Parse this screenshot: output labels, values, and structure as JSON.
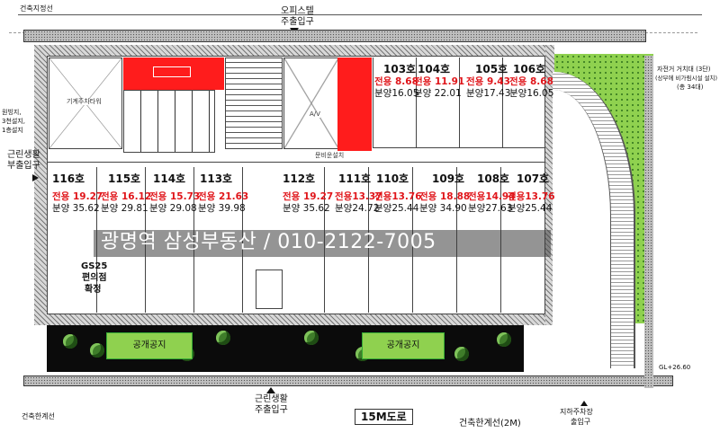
{
  "labels": {
    "top_line": "건축지정선",
    "top_entrance_1": "오피스텔",
    "top_entrance_2": "주출입구",
    "left_note_1": "원빙지,",
    "left_note_2": "3천설지,",
    "left_note_3": "1층설지",
    "neighbor_1": "근린생활",
    "neighbor_2": "부출입구",
    "bottom_left_line": "건축한계선",
    "bottom_entrance_1": "근린생활",
    "bottom_entrance_2": "주출입구",
    "road": "15M도로",
    "bottom_right_line": "건축한계선(2M)",
    "parking_1": "지하주차장",
    "parking_2": "출입구",
    "bike_1": "자전거 거치대 (3단)",
    "bike_2": "(상부에 비가림시설 설치)",
    "bike_3": "(총 34대)",
    "mech_parking": "기계주차타워",
    "store_1": "GS25",
    "store_2": "편의점",
    "store_3": "확정",
    "watermark": "광명역 삼성부동산 / 010-2122-7005",
    "park_label_1": "공개공지",
    "park_label_2": "공개공지",
    "level": "GL+26.60",
    "av": "A/V",
    "bottom_note": "문비운설치"
  },
  "units_top": [
    {
      "num": "103호",
      "ex": "전용 8.68",
      "sa": "분양16.05"
    },
    {
      "num": "104호",
      "ex": "전용 11.91",
      "sa": "분양 22.01"
    },
    {
      "num": "105호",
      "ex": "전용 9.43",
      "sa": "분양17.43"
    },
    {
      "num": "106호",
      "ex": "전용 8.68",
      "sa": "분양16.05"
    }
  ],
  "units_left": [
    {
      "num": "116호",
      "ex": "전용 19.27",
      "sa": "분양 35.62"
    },
    {
      "num": "115호",
      "ex": "전용 16.12",
      "sa": "분양 29.81"
    },
    {
      "num": "114호",
      "ex": "전용 15.73",
      "sa": "분양 29.08"
    },
    {
      "num": "113호",
      "ex": "전용 21.63",
      "sa": "분양 39.98"
    }
  ],
  "units_right": [
    {
      "num": "112호",
      "ex": "전용 19.27",
      "sa": "분양 35.62"
    },
    {
      "num": "111호",
      "ex": "전용13.37",
      "sa": "분양24.72"
    },
    {
      "num": "110호",
      "ex": "전용13.76",
      "sa": "분양25.44"
    },
    {
      "num": "109호",
      "ex": "전용 18.88",
      "sa": "분양 34.90"
    },
    {
      "num": "108호",
      "ex": "전용14.94",
      "sa": "분양27.63"
    },
    {
      "num": "107호",
      "ex": "전용13.76",
      "sa": "분양25.44"
    }
  ],
  "colors": {
    "exclusive": "#e0161b",
    "reserved": "#ff1c1c",
    "landscape": "#8fd14f"
  }
}
